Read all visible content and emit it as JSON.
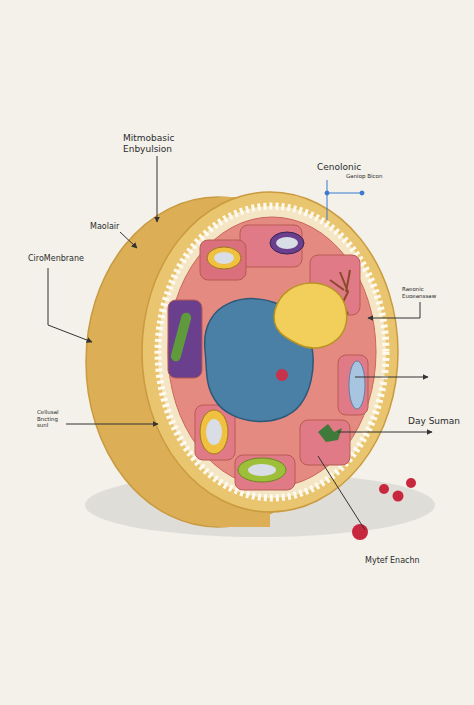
{
  "diagram": {
    "labels": [
      "Mitmobasic Enbyulsion",
      "Cenolonic",
      "Ganiop Bicon",
      "Maolair",
      "CiroMenbrane",
      "Raeonic Euoeanssaw",
      "Cellusal Bncting sunl",
      "Day Suman",
      "Mytef Enachn"
    ]
  }
}
